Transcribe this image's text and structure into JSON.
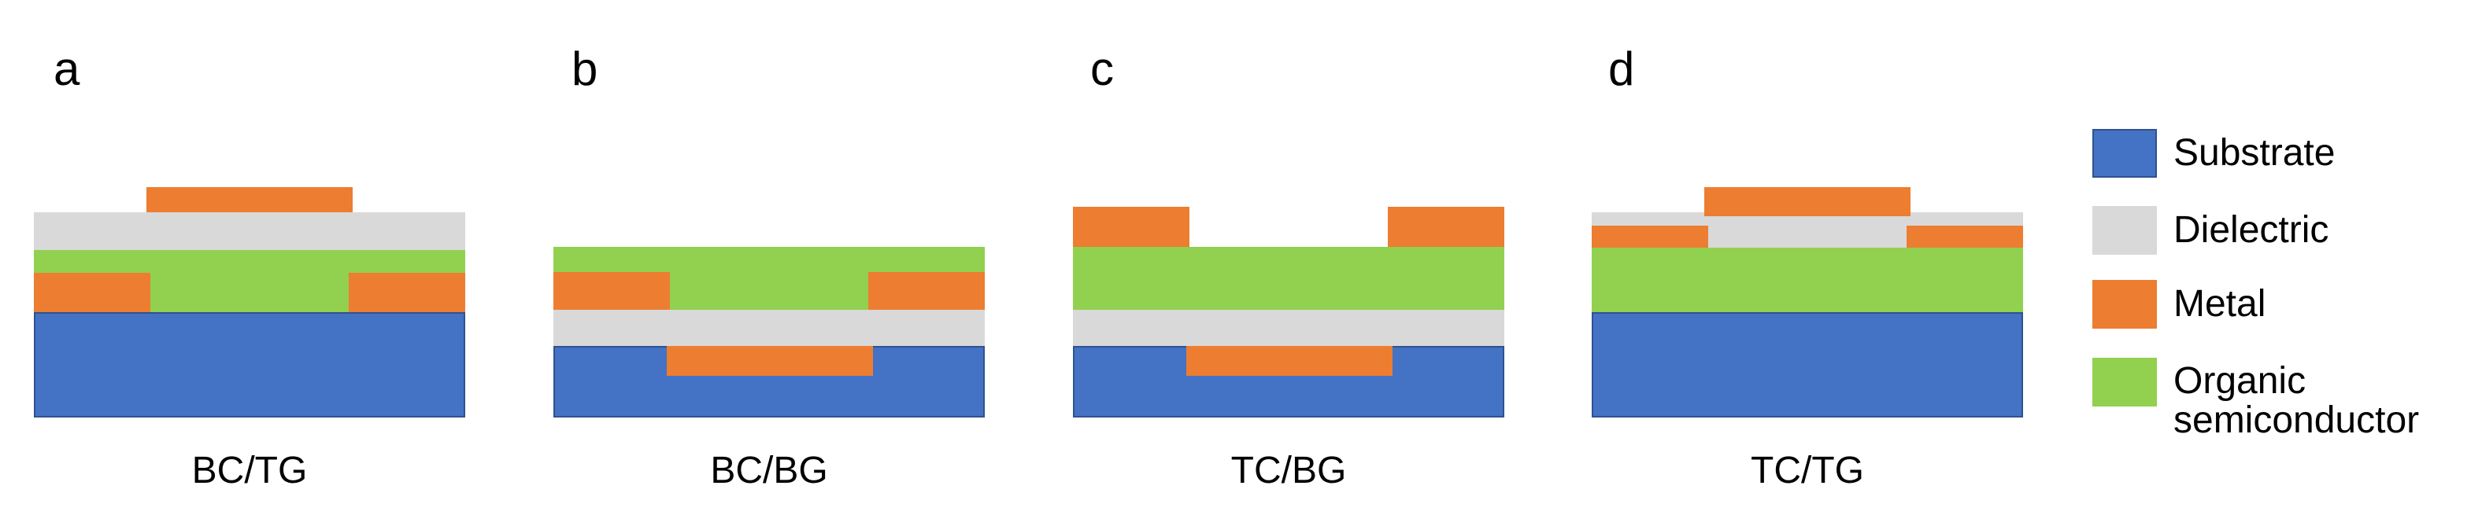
{
  "panels": [
    {
      "letter": "a",
      "caption": "BC/TG"
    },
    {
      "letter": "b",
      "caption": "BC/BG"
    },
    {
      "letter": "c",
      "caption": "TC/BG"
    },
    {
      "letter": "d",
      "caption": "TC/TG"
    }
  ],
  "legend": [
    {
      "label": "Substrate",
      "color": "#4472c4"
    },
    {
      "label": "Dielectric",
      "color": "#d9d9d9"
    },
    {
      "label": "Metal",
      "color": "#ed7d31"
    },
    {
      "label": "Organic semiconductor",
      "color": "#92d050"
    }
  ]
}
